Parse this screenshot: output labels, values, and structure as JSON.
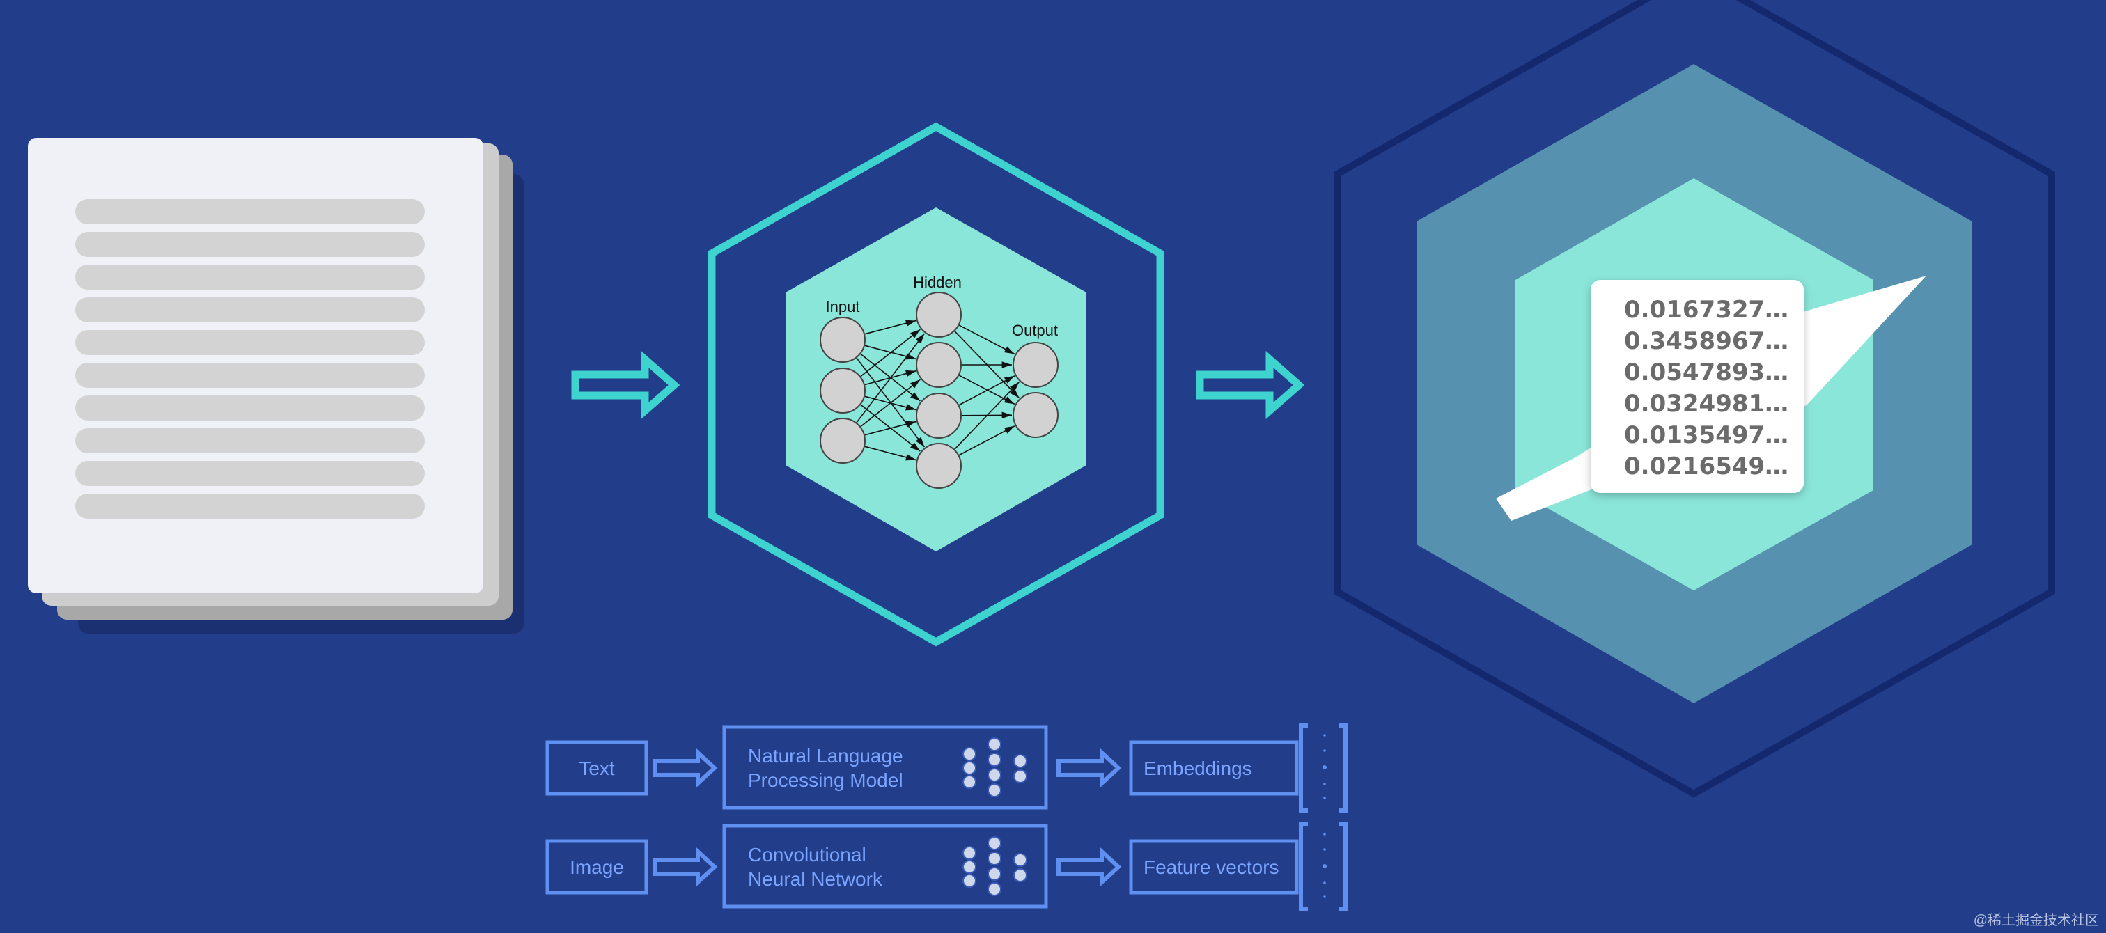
{
  "neural_net": {
    "input_label": "Input",
    "hidden_label": "Hidden",
    "output_label": "Output"
  },
  "vector_values": [
    "0.0167327…",
    "0.3458967…",
    "0.0547893…",
    "0.0324981…",
    "0.0135497…",
    "0.0216549…"
  ],
  "flows": [
    {
      "input": "Text",
      "model_line1": "Natural Language",
      "model_line2": "Processing Model",
      "output": "Embeddings"
    },
    {
      "input": "Image",
      "model_line1": "Convolutional",
      "model_line2": "Neural Network",
      "output": "Feature vectors"
    }
  ],
  "watermark": "@稀土掘金技术社区",
  "colors": {
    "background": "#223d89",
    "teal_outline": "#3fd3cf",
    "teal_fill": "#8ae6d9",
    "steel_fill": "#5691af",
    "dark_outline": "#13286d",
    "flow_blue": "#5f8ff0"
  }
}
